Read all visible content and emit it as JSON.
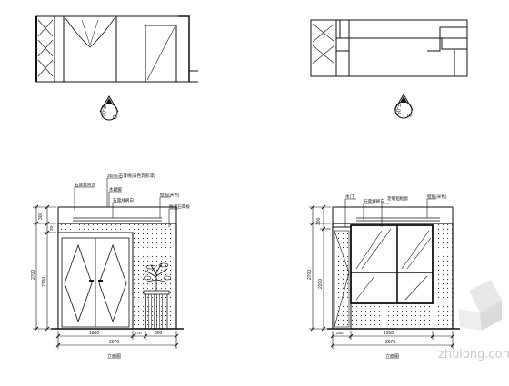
{
  "drawing": {
    "markers": {
      "left": {
        "top": "D",
        "bottom": "E-01"
      },
      "right": {
        "top": "B",
        "bottom": "E-05"
      }
    },
    "left_elevation": {
      "annotations": [
        "石膏板吊顶",
        "25mm石膏线(白色乳胶漆)",
        "木踢脚",
        "石膏线刷白",
        "壁纸(米色)",
        "防潮石膏板"
      ],
      "dims_vertical": [
        "300",
        "20",
        "2700",
        "2100"
      ],
      "dims_bottom": [
        "1800",
        "270",
        "600"
      ],
      "dim_total": "2670",
      "label": "立面图"
    },
    "right_elevation": {
      "annotations": [
        "木门",
        "石膏线刷白",
        "定制铝框窗",
        "壁纸(米色)"
      ],
      "dims_vertical": [
        "300",
        "2700",
        "2200"
      ],
      "dims_bottom": [
        "250",
        "1950"
      ],
      "dim_total": "2670",
      "label": "立面图"
    },
    "watermark": "zhulong.com"
  }
}
